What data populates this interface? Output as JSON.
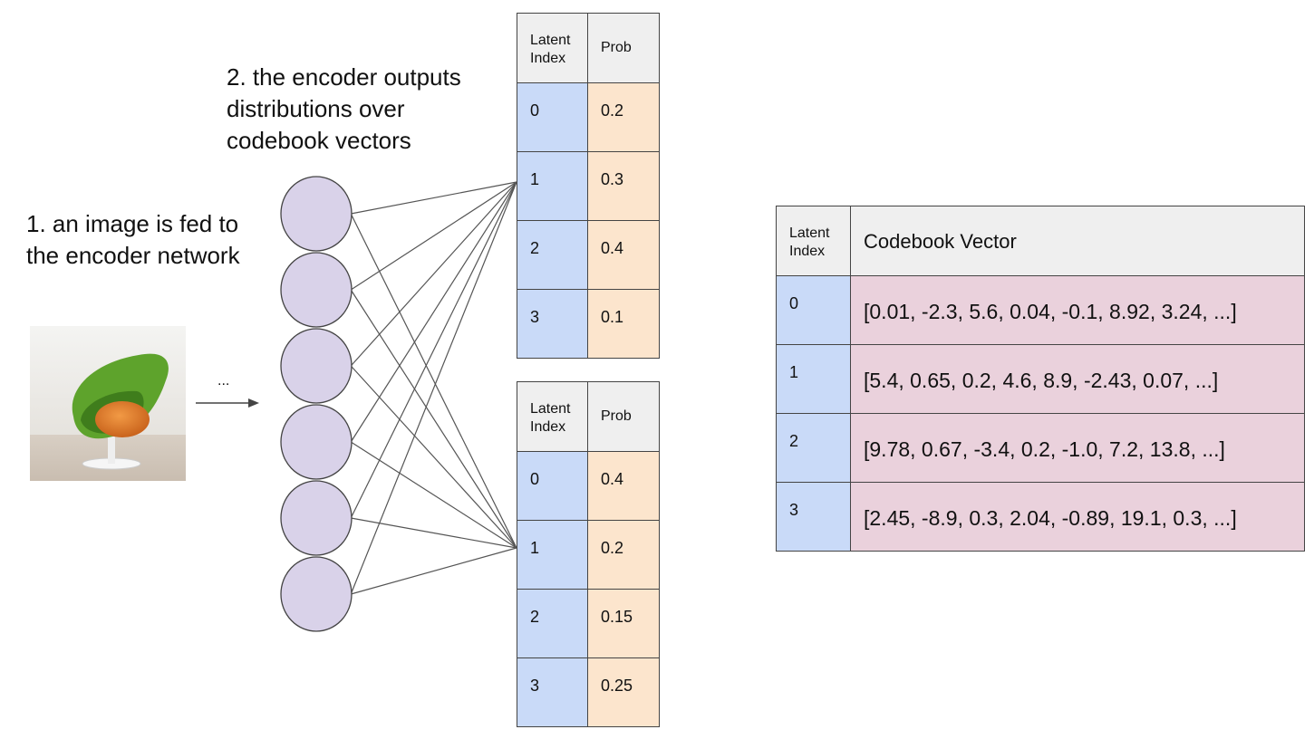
{
  "captions": {
    "step1": "1. an image is fed to the encoder network",
    "step2": "2. the encoder outputs distributions over codebook vectors"
  },
  "ellipsis": "...",
  "prob_table_header": {
    "index": "Latent Index",
    "prob": "Prob"
  },
  "prob_tables": [
    {
      "rows": [
        {
          "index": "0",
          "prob": "0.2"
        },
        {
          "index": "1",
          "prob": "0.3"
        },
        {
          "index": "2",
          "prob": "0.4"
        },
        {
          "index": "3",
          "prob": "0.1"
        }
      ]
    },
    {
      "rows": [
        {
          "index": "0",
          "prob": "0.4"
        },
        {
          "index": "1",
          "prob": "0.2"
        },
        {
          "index": "2",
          "prob": "0.15"
        },
        {
          "index": "3",
          "prob": "0.25"
        }
      ]
    }
  ],
  "codebook": {
    "header": {
      "index": "Latent Index",
      "vector": "Codebook Vector"
    },
    "rows": [
      {
        "index": "0",
        "vector": "[0.01, -2.3, 5.6, 0.04, -0.1, 8.92, 3.24, ...]"
      },
      {
        "index": "1",
        "vector": "[5.4, 0.65, 0.2, 4.6, 8.9, -2.43, 0.07, ...]"
      },
      {
        "index": "2",
        "vector": "[9.78, 0.67, -3.4, 0.2, -1.0, 7.2, 13.8, ...]"
      },
      {
        "index": "3",
        "vector": "[2.45, -8.9, 0.3, 2.04, -0.89, 19.1, 0.3, ...]"
      }
    ]
  },
  "colors": {
    "neuron_fill": "#d9d2e9",
    "index_fill": "#c9daf8",
    "prob_fill": "#fce5cd",
    "vector_fill": "#ead1dc",
    "header_fill": "#efefef"
  }
}
